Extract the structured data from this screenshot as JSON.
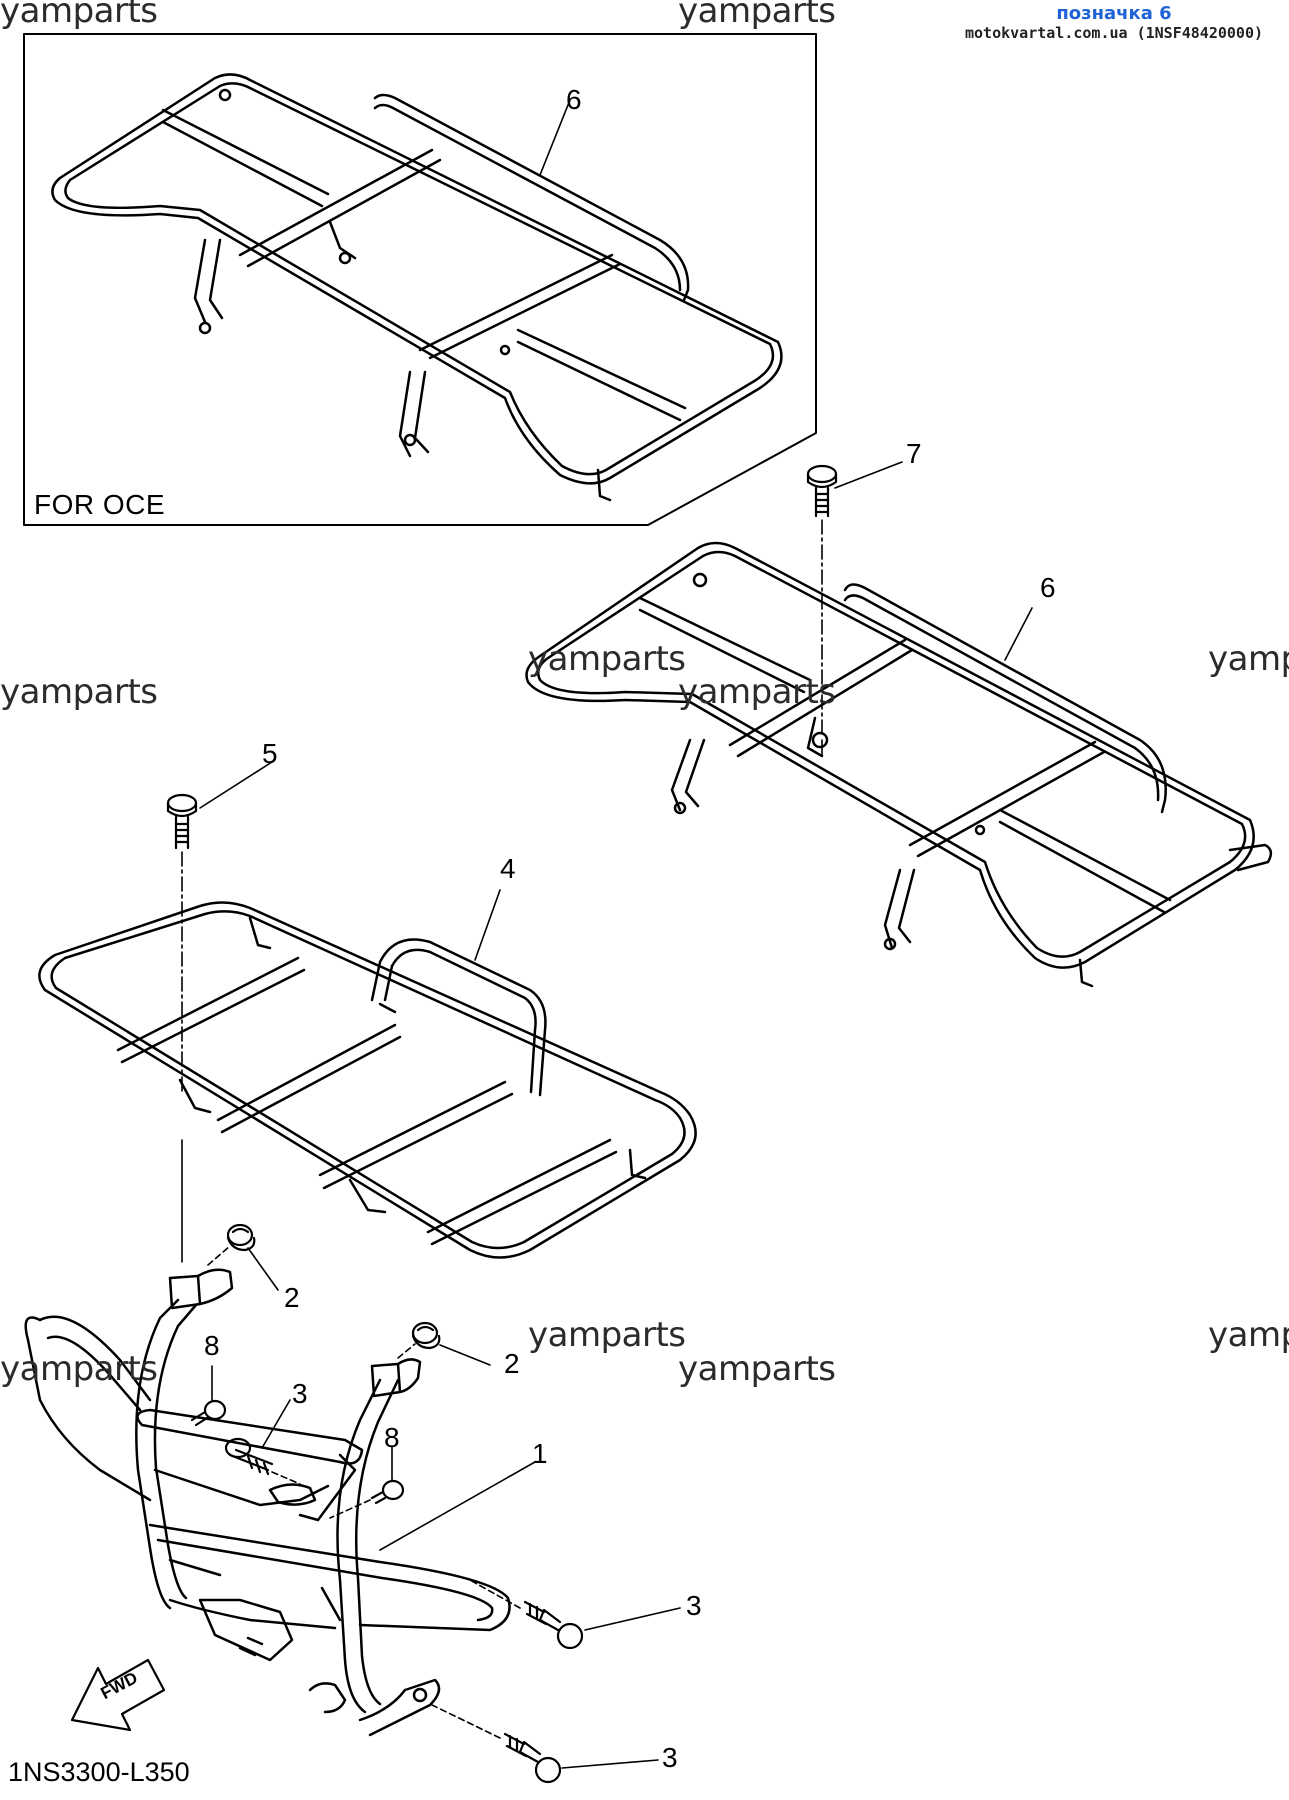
{
  "header": {
    "title": "позначка 6",
    "subtitle": "motokvartal.com.ua (1NSF48420000)"
  },
  "watermark": "yamparts",
  "watermark_partial": "yamp",
  "inset": {
    "label": "FOR OCE"
  },
  "drawing_code": "1NS3300-L350",
  "fwd_label": "FWD",
  "callouts": {
    "c1": "1",
    "c2a": "2",
    "c2b": "2",
    "c3a": "3",
    "c3b": "3",
    "c3c": "3",
    "c4": "4",
    "c5": "5",
    "c6a": "6",
    "c6b": "6",
    "c7": "7",
    "c8a": "8",
    "c8b": "8"
  }
}
